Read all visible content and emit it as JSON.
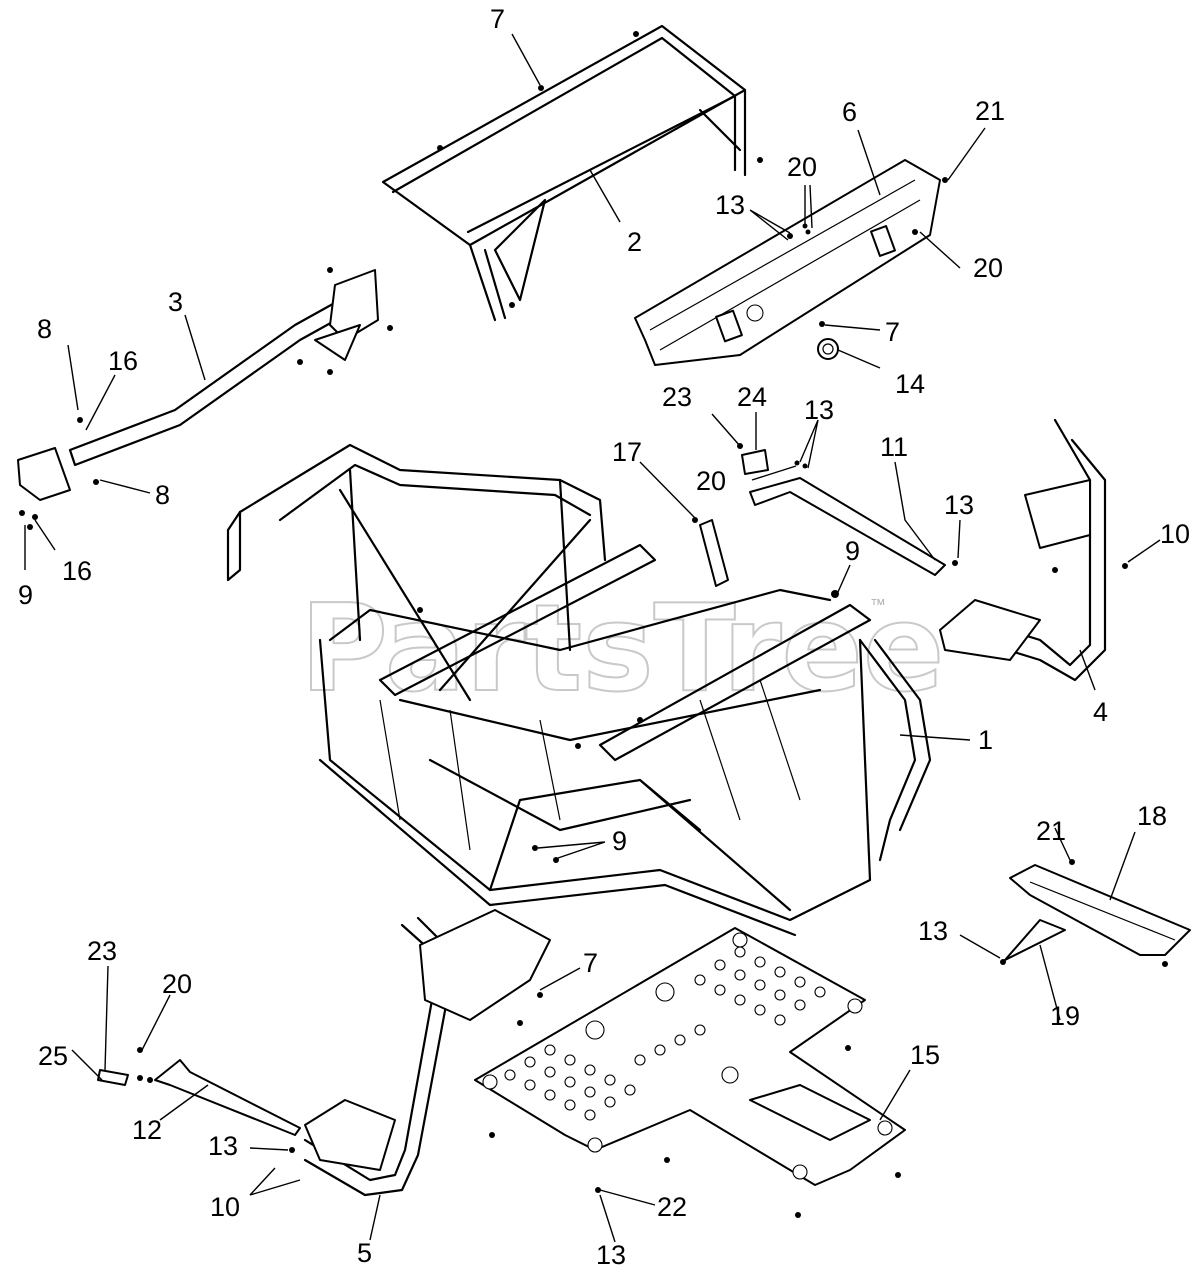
{
  "watermark": "PartsTree",
  "watermark_tm": "™",
  "callouts": {
    "c1": "1",
    "c2": "2",
    "c3": "3",
    "c4": "4",
    "c5": "5",
    "c6": "6",
    "c7a": "7",
    "c7b": "7",
    "c7c": "7",
    "c8a": "8",
    "c8b": "8",
    "c9a": "9",
    "c9b": "9",
    "c9c": "9",
    "c10a": "10",
    "c10b": "10",
    "c11": "11",
    "c12": "12",
    "c13a": "13",
    "c13b": "13",
    "c13c": "13",
    "c13d": "13",
    "c13e": "13",
    "c13f": "13",
    "c14": "14",
    "c15": "15",
    "c16a": "16",
    "c16b": "16",
    "c17": "17",
    "c18": "18",
    "c19": "19",
    "c20a": "20",
    "c20b": "20",
    "c20c": "20",
    "c20d": "20",
    "c21a": "21",
    "c21b": "21",
    "c22": "22",
    "c23a": "23",
    "c23b": "23",
    "c24": "24",
    "c25": "25"
  }
}
